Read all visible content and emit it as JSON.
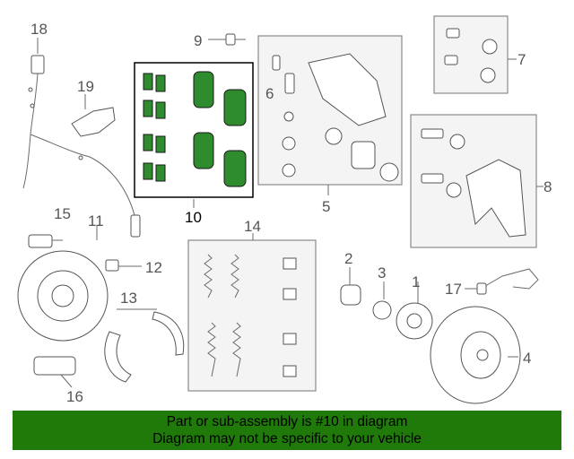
{
  "callouts": [
    {
      "id": "c1",
      "text": "1"
    },
    {
      "id": "c2",
      "text": "2"
    },
    {
      "id": "c3",
      "text": "3"
    },
    {
      "id": "c4",
      "text": "4"
    },
    {
      "id": "c5",
      "text": "5"
    },
    {
      "id": "c6",
      "text": "6"
    },
    {
      "id": "c7",
      "text": "7"
    },
    {
      "id": "c8",
      "text": "8"
    },
    {
      "id": "c9",
      "text": "9"
    },
    {
      "id": "c10",
      "text": "10"
    },
    {
      "id": "c11",
      "text": "11"
    },
    {
      "id": "c12",
      "text": "12"
    },
    {
      "id": "c13",
      "text": "13"
    },
    {
      "id": "c14",
      "text": "14"
    },
    {
      "id": "c15",
      "text": "15"
    },
    {
      "id": "c16",
      "text": "16"
    },
    {
      "id": "c17",
      "text": "17"
    },
    {
      "id": "c18",
      "text": "18"
    },
    {
      "id": "c19",
      "text": "19"
    }
  ],
  "banner": {
    "line1": "Part or sub-assembly is #10 in diagram",
    "line2": "Diagram may not be specific to your vehicle",
    "color": "#1f7a0a"
  },
  "highlight": {
    "part": "10",
    "color": "#2e8b2e"
  }
}
